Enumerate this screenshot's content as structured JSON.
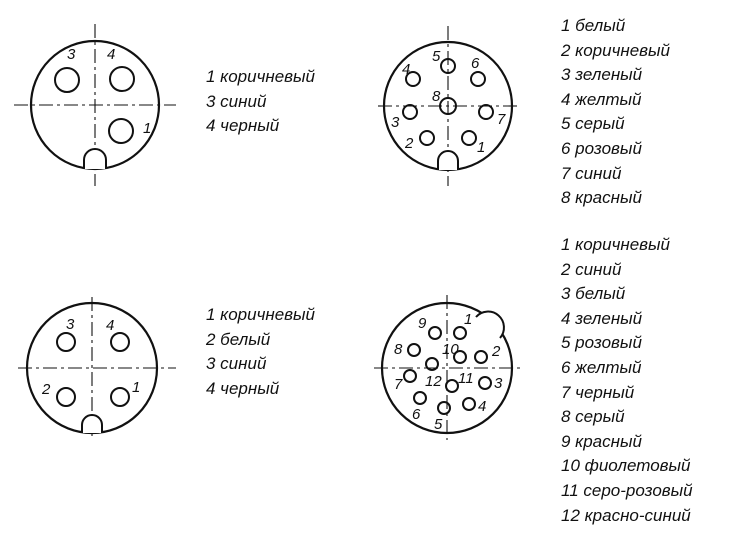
{
  "connectors": [
    {
      "id": "c1",
      "pins": [
        "1",
        "3",
        "4"
      ],
      "legend": [
        "1 коричневый",
        "3 синий",
        "4 черный"
      ]
    },
    {
      "id": "c2",
      "pins": [
        "1",
        "2",
        "3",
        "4",
        "5",
        "6",
        "7",
        "8"
      ],
      "legend": [
        "1 белый",
        "2 коричневый",
        "3 зеленый",
        "4 желтый",
        "5 серый",
        "6 розовый",
        "7 синий",
        "8 красный"
      ]
    },
    {
      "id": "c3",
      "pins": [
        "1",
        "2",
        "3",
        "4"
      ],
      "legend": [
        "1 коричневый",
        "2 белый",
        "3 синий",
        "4 черный"
      ]
    },
    {
      "id": "c4",
      "pins": [
        "1",
        "2",
        "3",
        "4",
        "5",
        "6",
        "7",
        "8",
        "9",
        "10",
        "11",
        "12"
      ],
      "legend": [
        "1 коричневый",
        "2 синий",
        "3 белый",
        "4 зеленый",
        "5 розовый",
        "6 желтый",
        "7 черный",
        "8 серый",
        "9 красный",
        "10 фиолетовый",
        "11 серо-розовый",
        "12 красно-синий"
      ]
    }
  ]
}
